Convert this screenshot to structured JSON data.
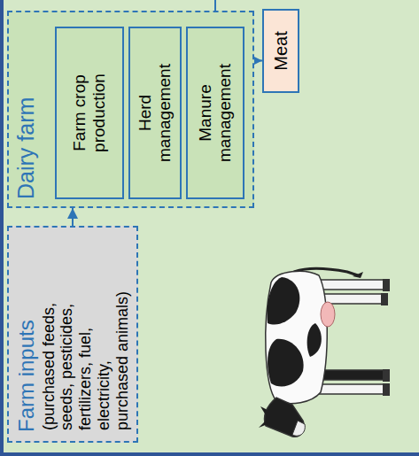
{
  "diagram": {
    "nodes": [
      {
        "text": [
          "Farm inputs",
          "(purchased feeds, seeds, pesticides, fertilizers, fuel, electricity, purchased animals)"
        ]
      },
      {
        "text": [
          "Dairy farm"
        ]
      },
      {
        "text": [
          "Farm crop production"
        ],
        "in": 1
      },
      {
        "text": [
          "Herd management"
        ],
        "in": 1
      },
      {
        "text": [
          "Manure management"
        ],
        "in": 1
      },
      {
        "text": [
          "Meat"
        ]
      }
    ],
    "edges": [
      {
        "from": 0,
        "to": 1,
        "arrow": "to"
      },
      {
        "from": 4,
        "to": 2,
        "arrow": "to"
      },
      {
        "from": 4,
        "to": 5,
        "arrow": "to"
      }
    ]
  }
}
